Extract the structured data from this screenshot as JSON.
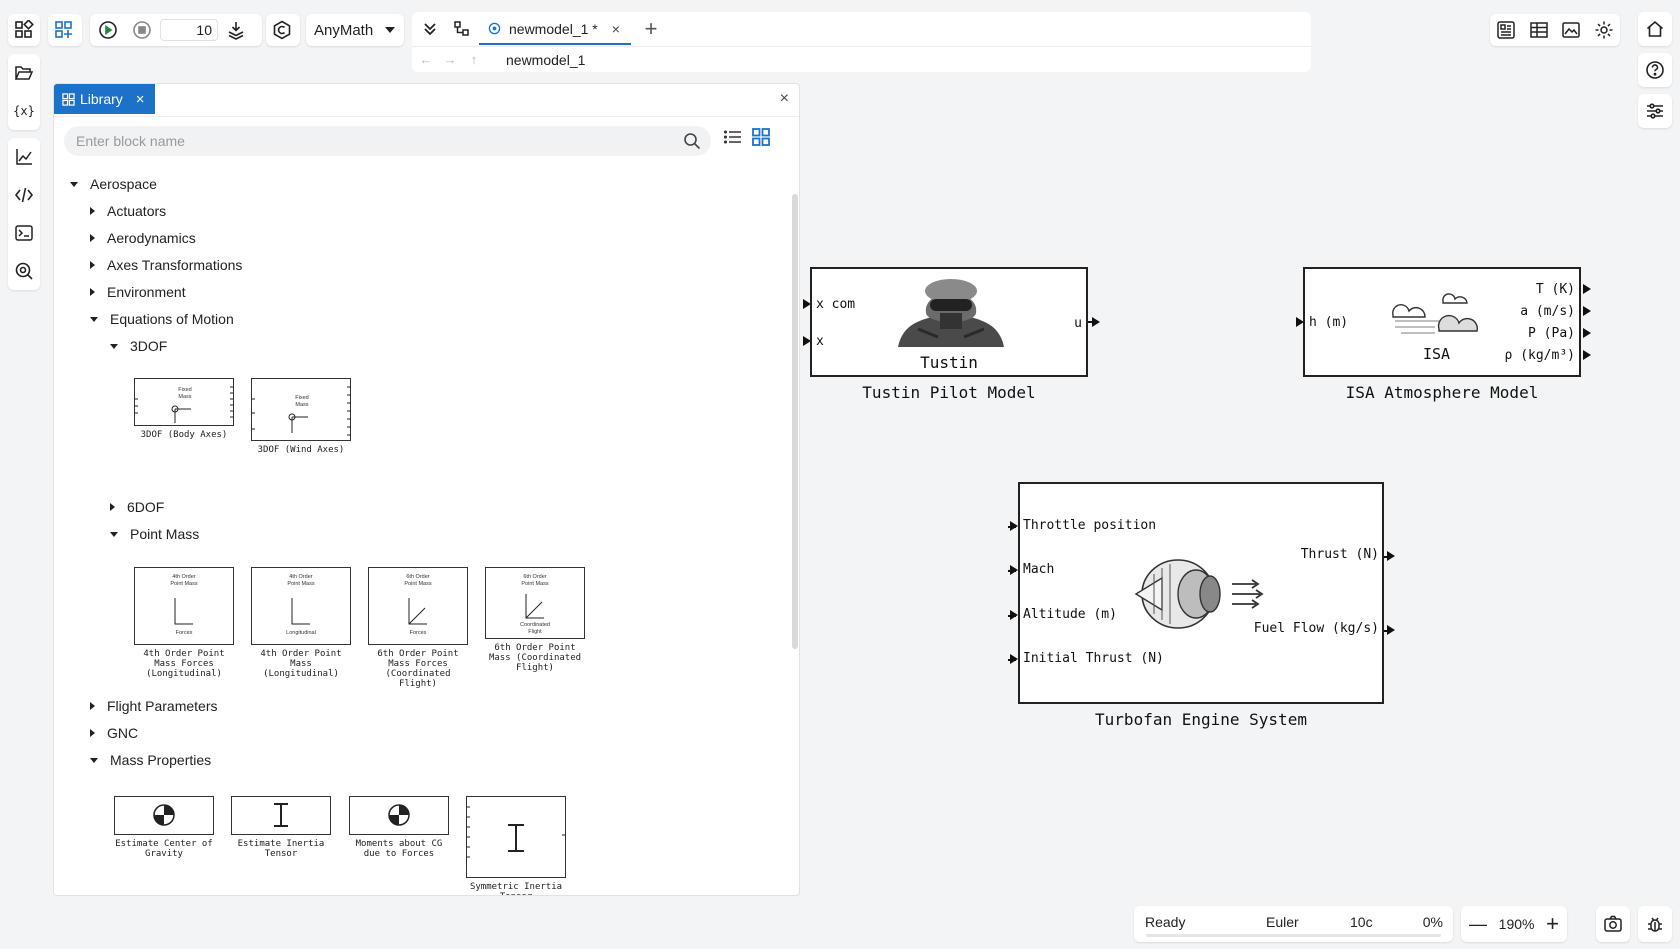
{
  "toolbar": {
    "sim_time": "10",
    "language": "AnyMath",
    "tab_title": "newmodel_1 *",
    "tab_close": "×",
    "tab_add": "+",
    "breadcrumb": "newmodel_1"
  },
  "library": {
    "tab_label": "Library",
    "tab_close": "×",
    "panel_close": "×",
    "search_placeholder": "Enter block name",
    "tree": {
      "aerospace": "Aerospace",
      "actuators": "Actuators",
      "aerodynamics": "Aerodynamics",
      "axes": "Axes Transformations",
      "environment": "Environment",
      "eom": "Equations of Motion",
      "threedof": "3DOF",
      "sixdof": "6DOF",
      "pointmass": "Point Mass",
      "flight_params": "Flight Parameters",
      "gnc": "GNC",
      "mass_props": "Mass Properties"
    },
    "blocks_3dof": [
      {
        "caption": "3DOF (Body Axes)",
        "inner": "Fixed Mass"
      },
      {
        "caption": "3DOF (Wind Axes)",
        "inner": "Fixed Mass"
      }
    ],
    "blocks_pointmass": [
      {
        "caption": "4th Order Point Mass Forces (Longitudinal)",
        "inner": "4th Order Point Mass"
      },
      {
        "caption": "4th Order Point Mass (Longitudinal)",
        "inner": "4th Order Point Mass"
      },
      {
        "caption": "6th Order Point Mass Forces (Coordinated Flight)",
        "inner": "6th Order Point Mass"
      },
      {
        "caption": "6th Order Point Mass (Coordinated Flight)",
        "inner": "6th Order Point Mass"
      }
    ],
    "blocks_mass": [
      {
        "caption": "Estimate Center of Gravity"
      },
      {
        "caption": "Estimate Inertia Tensor"
      },
      {
        "caption": "Moments about CG due to Forces"
      },
      {
        "caption": "Symmetric Inertia Tensor"
      }
    ]
  },
  "canvas": {
    "tustin": {
      "title": "Tustin Pilot Model",
      "inner_label": "Tustin",
      "in1": "x com",
      "in2": "x",
      "out1": "u"
    },
    "isa": {
      "title": "ISA Atmosphere Model",
      "inner_label": "ISA",
      "in1": "h (m)",
      "out1": "T (K)",
      "out2": "a (m/s)",
      "out3": "P (Pa)",
      "out4": "ρ (kg/m³)"
    },
    "turbofan": {
      "title": "Turbofan Engine System",
      "in1": "Throttle position",
      "in2": "Mach",
      "in3": "Altitude (m)",
      "in4": "Initial Thrust (N)",
      "out1": "Thrust (N)",
      "out2": "Fuel Flow (kg/s)"
    }
  },
  "status": {
    "state": "Ready",
    "solver": "Euler",
    "time": "10c",
    "progress": "0%",
    "zoom": "190%",
    "zoom_minus": "—",
    "zoom_plus": "+"
  }
}
